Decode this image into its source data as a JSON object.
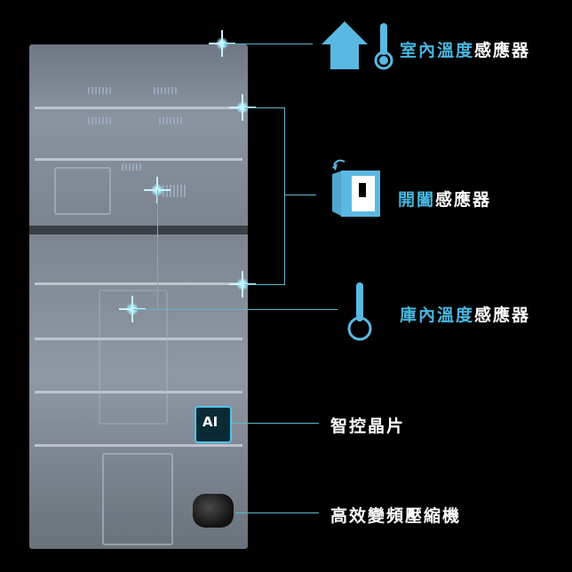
{
  "labels": {
    "room_temp_sensor": {
      "prefix": "室內溫度",
      "suffix": "感應器"
    },
    "door_sensor": {
      "prefix": "開闔",
      "suffix": "感應器"
    },
    "fridge_temp_sensor": {
      "prefix": "庫內溫度",
      "suffix": "感應器"
    },
    "ai_chip": "智控晶片",
    "compressor": "高效變頻壓縮機"
  },
  "chip_text": "AI",
  "colors": {
    "accent": "#47b6e0",
    "text": "#ffffff",
    "background": "#000000"
  },
  "icons": [
    "house-icon",
    "thermometer-icon",
    "door-open-icon",
    "thermometer-icon",
    "ai-chip-icon",
    "compressor-icon"
  ]
}
